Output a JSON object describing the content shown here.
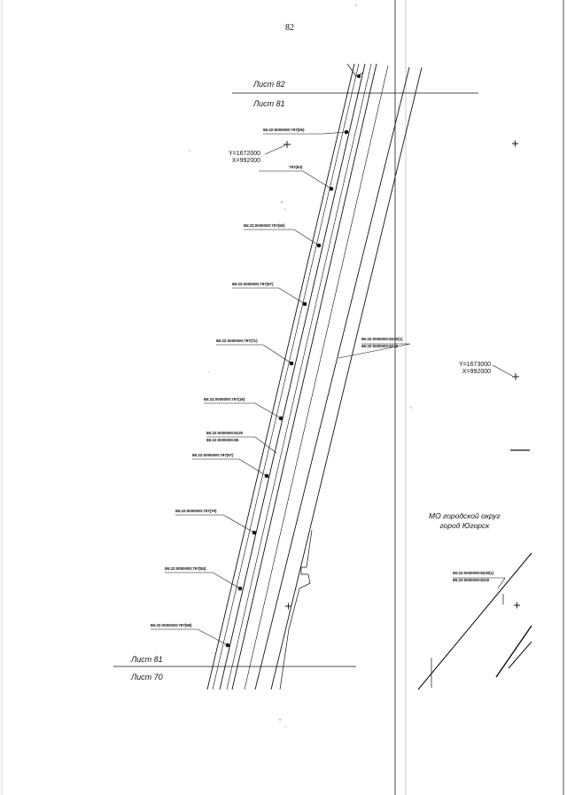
{
  "page_number": "82",
  "sheet_labels": {
    "top_upper": "Лист 82",
    "top_lower": "Лист 81",
    "bottom_upper": "Лист 81",
    "bottom_lower": "Лист 70"
  },
  "grid_points": [
    {
      "y": "Y=1672000",
      "x": "X=992000"
    },
    {
      "y": "Y=1673000",
      "x": "X=992000"
    }
  ],
  "municipality": {
    "line1": "МО городской округ",
    "line2": "город Югорск"
  },
  "parcel_callouts": [
    "86:22:0000000:797(55)",
    "797(63)",
    "86:22:0000000:797(60)",
    "86:22:0000000:797(67)",
    "86:22:0000000:797(71)",
    "86:22:0000000:797(16)",
    "86:22:0000000:8220",
    "86:22:0000000:85",
    "86:22:0000000:797(57)",
    "86:22:0000000:797(79)",
    "86:22:0000000:797(84)",
    "86:22:0000000:797(58)"
  ],
  "right_callout": {
    "line1": "86:22:0000000:8220(1)",
    "line2": "86:22:0000000:8220"
  },
  "edge_callout": {
    "line1": "86:22:0000000:8220(1)",
    "line2": "86:22:0000000:8220"
  }
}
